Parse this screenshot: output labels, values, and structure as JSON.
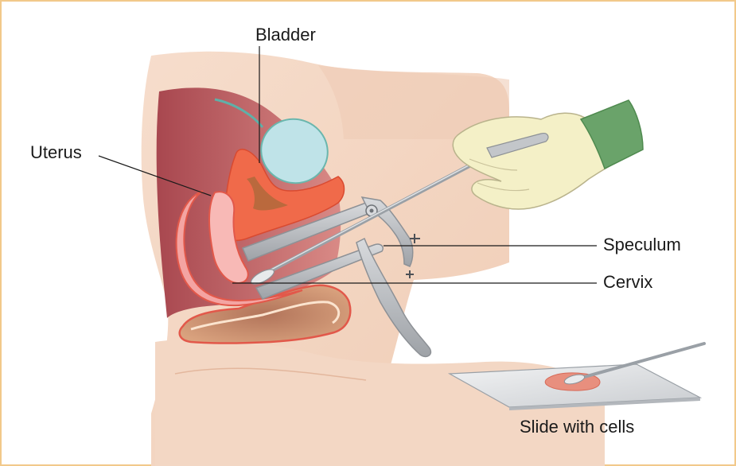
{
  "labels": {
    "bladder": "Bladder",
    "uterus": "Uterus",
    "speculum": "Speculum",
    "cervix": "Cervix",
    "slide": "Slide with cells"
  },
  "colors": {
    "frame": "#f2c98a",
    "skin": "#f6dccb",
    "skin_shadow": "#ecc2a8",
    "cavity": "#b7565c",
    "uterus": "#f08a86",
    "bladder_wall": "#f06a4a",
    "bladder_fill": "#bfe3e8",
    "metal": "#b9bcc0",
    "glove": "#f4f0c7",
    "cuff": "#6aa36a"
  }
}
